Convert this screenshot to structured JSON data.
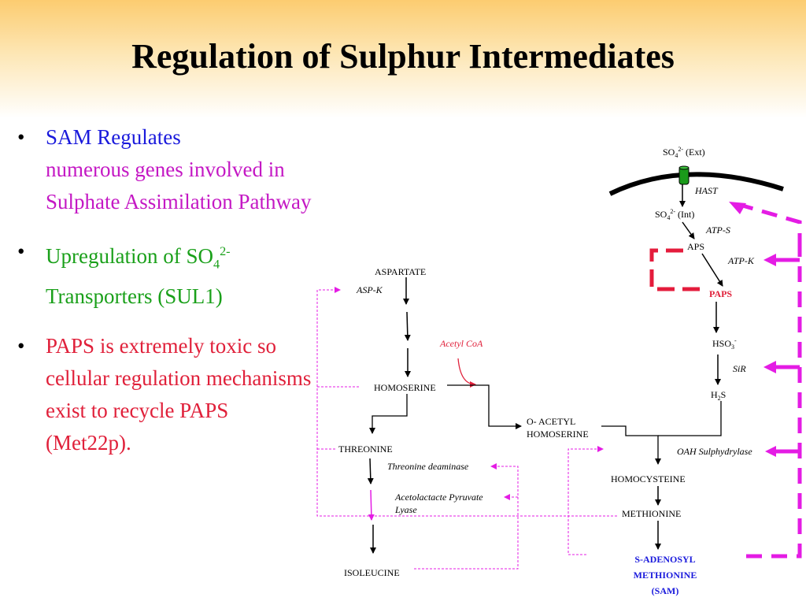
{
  "title": "Regulation of Sulphur Intermediates",
  "bullets": [
    {
      "line1": "SAM Regulates",
      "line2": "numerous genes involved in Sulphate Assimilation Pathway"
    },
    {
      "pre": "Upregulation of SO",
      "sub": "4",
      "sup": "2-",
      "post": "Transporters (SUL1)"
    },
    {
      "text": "PAPS is extremely toxic so cellular regulation mechanisms exist to recycle PAPS (Met22p)."
    }
  ],
  "diagram": {
    "so4_ext": {
      "base": "SO",
      "sub": "4",
      "sup": "2-",
      "suffix": " (Ext)"
    },
    "hast": "HAST",
    "so4_int": {
      "base": "SO",
      "sub": "4",
      "sup": "2-",
      "suffix": " (Int)"
    },
    "atp_s": "ATP-S",
    "aps": "APS",
    "atp_k": "ATP-K",
    "paps": "PAPS",
    "hso3": {
      "base": "HSO",
      "sub": "3",
      "sup": "-"
    },
    "sir": "SiR",
    "h2s": {
      "base": "H",
      "sub": "2",
      "suffix": "S"
    },
    "oah": "OAH Sulphydrylase",
    "aspartate": "ASPARTATE",
    "asp_k": "ASP-K",
    "acetyl_coa": "Acetyl CoA",
    "homoserine": "HOMOSERINE",
    "o_acetyl_1": "O- ACETYL",
    "o_acetyl_2": "HOMOSERINE",
    "threonine": "THREONINE",
    "thr_deaminase": "Threonine deaminase",
    "acetolactate_1": "Acetolactacte Pyruvate",
    "acetolactate_2": "Lyase",
    "isoleucine": "ISOLEUCINE",
    "homocysteine": "HOMOCYSTEINE",
    "methionine": "METHIONINE",
    "sam_1": "S-ADENOSYL",
    "sam_2": "METHIONINE",
    "sam_3": "(SAM)"
  },
  "colors": {
    "title": "#000000",
    "blue": "#1a1adc",
    "magenta": "#c418c4",
    "green": "#1aa01a",
    "red": "#e0203a",
    "feedback": "#e41ce4",
    "paps_loop": "#e41c3c",
    "sam": "#1a1adc"
  }
}
